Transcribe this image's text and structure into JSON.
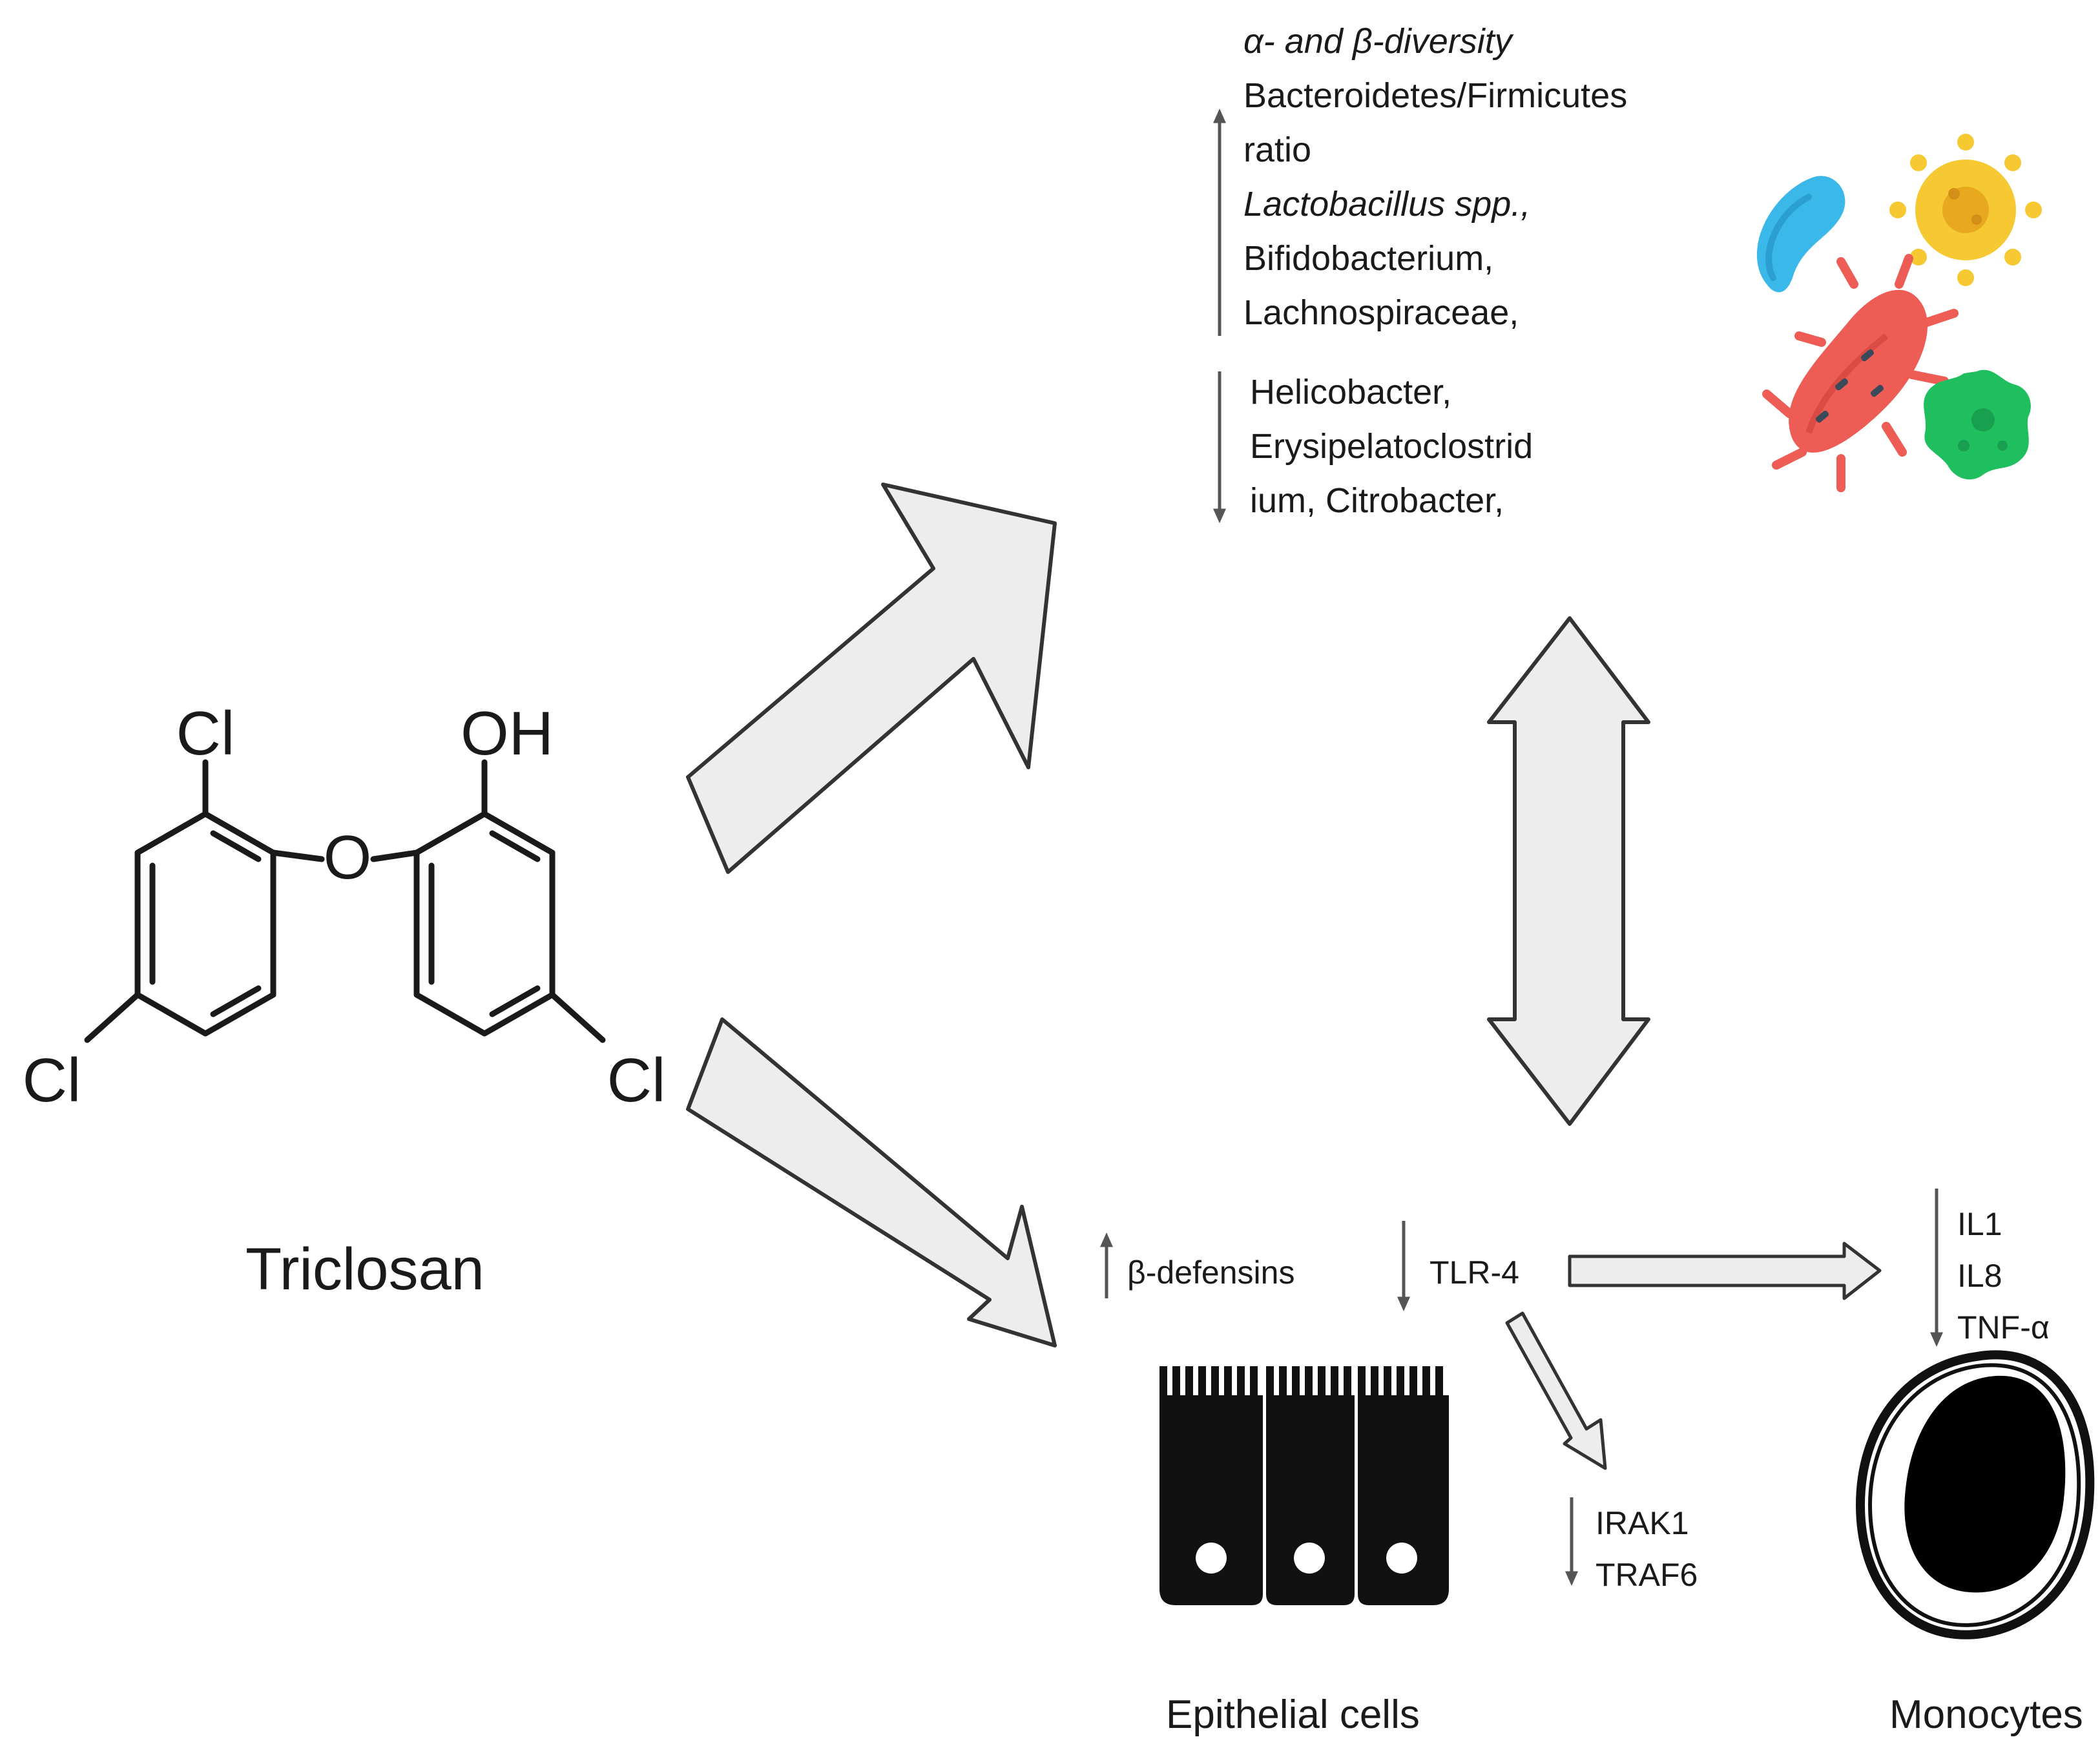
{
  "compound": {
    "name": "Triclosan",
    "atoms": {
      "cl_top": "Cl",
      "oh": "OH",
      "o_bridge": "O",
      "cl_left": "Cl",
      "cl_right": "Cl"
    }
  },
  "microbiota": {
    "increased_title": "α- and β-diversity",
    "increased": [
      "Bacteroidetes/Firmicutes",
      "ratio",
      "Lactobacillus spp.,",
      "Bifidobacterium,",
      "Lachnospiraceae,"
    ],
    "decreased": [
      "Helicobacter,",
      "Erysipelatoclostrid",
      "ium, Citrobacter,"
    ]
  },
  "epithelial": {
    "up_marker": "β-defensins",
    "down_marker": "TLR-4",
    "downstream": [
      "IRAK1",
      "TRAF6"
    ],
    "label": "Epithelial cells"
  },
  "monocytes": {
    "cytokines": [
      "IL1",
      "IL8",
      "TNF-α"
    ],
    "label": "Monocytes"
  },
  "colors": {
    "big_arrow_fill": "#ededed",
    "big_arrow_stroke": "#333333",
    "thin_arrow": "#555555",
    "cell_fill": "#111111",
    "bug_blue": "#3ab8ea",
    "bug_yellow": "#f6c933",
    "bug_red": "#ee5d55",
    "bug_green": "#1fbf60"
  },
  "icons": [
    "bacteria-cluster-icon",
    "epithelial-cells-icon",
    "monocyte-icon"
  ]
}
